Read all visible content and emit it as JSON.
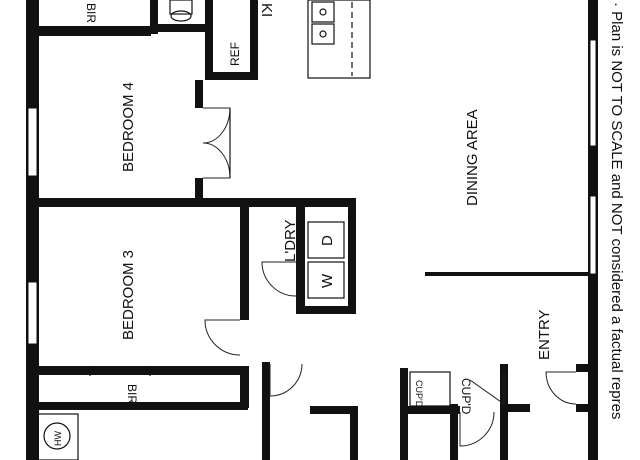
{
  "rooms": {
    "bedroom4": "BEDROOM 4",
    "bedroom3": "BEDROOM 3",
    "dining": "DINING AREA",
    "laundry": "L'DRY",
    "entry": "ENTRY",
    "kitchen_partial": "KI",
    "bir_top": "BIR",
    "bir_bottom": "BIR",
    "ref": "REF",
    "washer": "W",
    "dryer": "D",
    "hw": "HW",
    "cupd_left": "CUP'D",
    "cupd_right": "CUP'D"
  },
  "disclaimer": "· Plan is NOT TO SCALE and NOT considered a factual repres",
  "colors": {
    "wall": "#111111",
    "background": "#ffffff"
  }
}
